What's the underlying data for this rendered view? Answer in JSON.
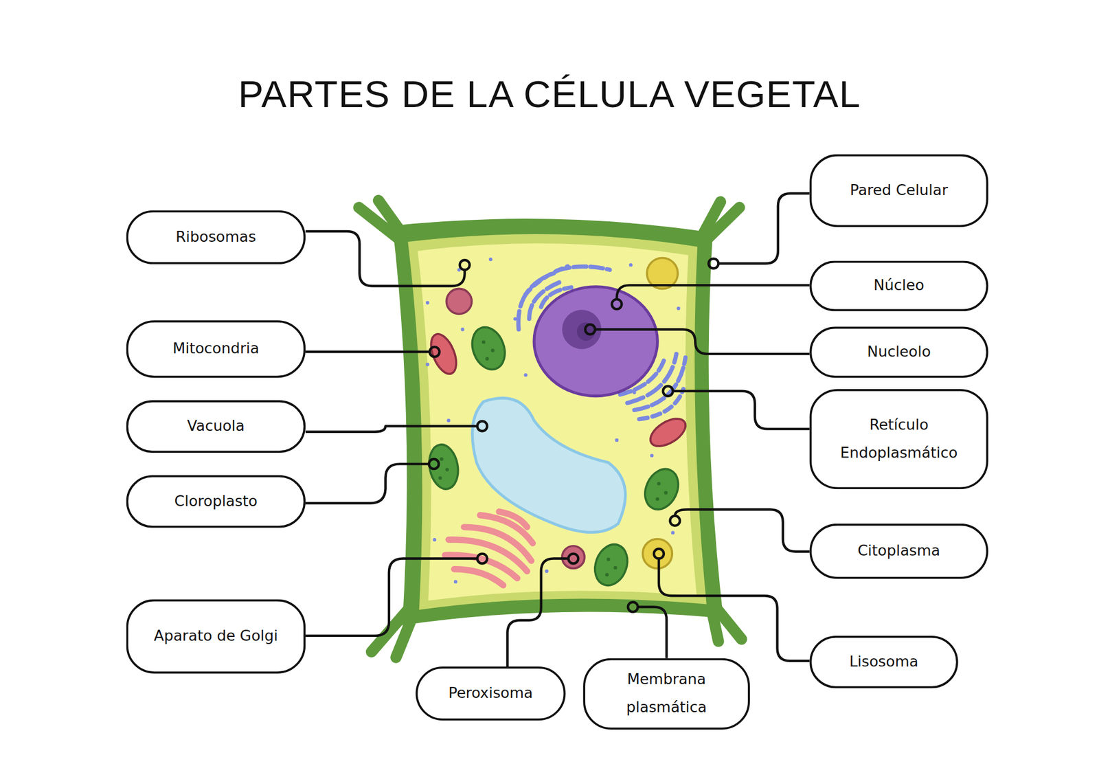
{
  "diagram": {
    "title": "PARTES DE LA CÉLULA VEGETAL",
    "nodes": [
      {
        "text": [
          "Pared Celular"
        ]
      },
      {
        "text": [
          "Ribosomas"
        ]
      },
      {
        "text": [
          "Núcleo"
        ]
      },
      {
        "text": [
          "Mitocondria"
        ]
      },
      {
        "text": [
          "Nucleolo"
        ]
      },
      {
        "text": [
          "Vacuola"
        ]
      },
      {
        "text": [
          "Retículo Endoplasmático"
        ]
      },
      {
        "text": [
          "Cloroplasto"
        ]
      },
      {
        "text": [
          "Citoplasma"
        ]
      },
      {
        "text": [
          "Aparato de Golgi"
        ]
      },
      {
        "text": [
          "Lisosoma"
        ]
      },
      {
        "text": [
          "Peroxisoma"
        ]
      },
      {
        "text": [
          "Membrana plasmática"
        ]
      }
    ]
  }
}
